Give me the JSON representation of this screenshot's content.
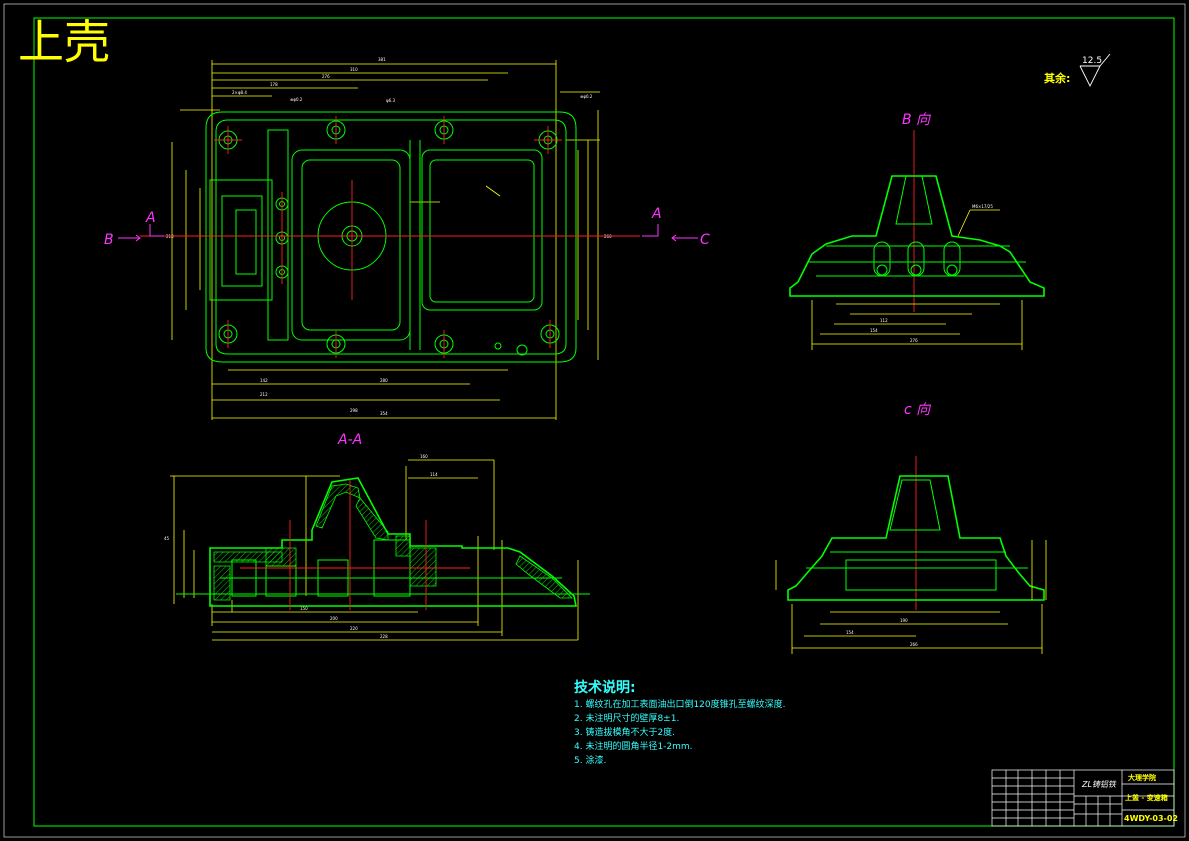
{
  "title": "上壳",
  "roughness": {
    "label": "其余:",
    "value": "12.5"
  },
  "views": {
    "section_aa": "A-A",
    "view_b": "B 向",
    "view_c": "c 向",
    "section_mark_left": "A",
    "section_mark_right": "A",
    "arrow_b": "B",
    "arrow_c": "C"
  },
  "notes": {
    "heading": "技术说明:",
    "items": [
      "1. 螺纹孔在加工表面油出口倒120度锥孔至螺纹深度.",
      "2. 未注明尺寸的壁厚8±1.",
      "3. 铸造拔模角不大于2度.",
      "4. 未注明的圆角半径1-2mm.",
      "5. 涂漆."
    ]
  },
  "title_block": {
    "material": "ZL铸铝铁",
    "company": "大理学院",
    "part_name": "上盖 - 变速箱",
    "drawing_no": "4WDY-03-02"
  },
  "colors": {
    "frame": "#00ff00",
    "dimension": "#ffff00",
    "center": "#ff2020",
    "label": "#ff33ff",
    "notes": "#33ffff"
  }
}
